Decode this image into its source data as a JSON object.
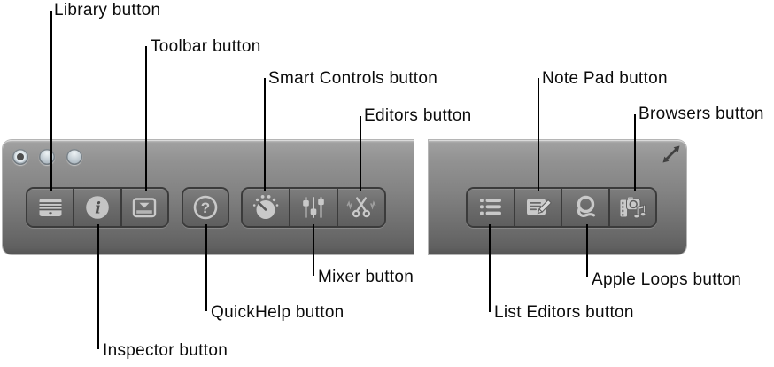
{
  "figure": {
    "description_visible_text_only": true
  },
  "callouts": {
    "library": {
      "label": "Library button"
    },
    "toolbar": {
      "label": "Toolbar button"
    },
    "smart_controls": {
      "label": "Smart Controls button"
    },
    "editors": {
      "label": "Editors button"
    },
    "note_pad": {
      "label": "Note Pad button"
    },
    "browsers": {
      "label": "Browsers button"
    },
    "mixer": {
      "label": "Mixer button"
    },
    "quickhelp": {
      "label": "QuickHelp button"
    },
    "inspector": {
      "label": "Inspector button"
    },
    "apple_loops": {
      "label": "Apple Loops button"
    },
    "list_editors": {
      "label": "List Editors button"
    }
  },
  "toolbars": {
    "left": {
      "window_controls": [
        "glass-indicator-circle",
        "glass-circle",
        "glass-circle"
      ],
      "button_groups": [
        {
          "buttons": [
            {
              "id": "library",
              "icon": "drawer-icon"
            },
            {
              "id": "inspector",
              "icon": "info-circle-icon"
            },
            {
              "id": "toolbar",
              "icon": "panel-triangle-icon"
            }
          ]
        },
        {
          "buttons": [
            {
              "id": "quickhelp",
              "icon": "question-mark-icon"
            }
          ]
        },
        {
          "buttons": [
            {
              "id": "smart_controls",
              "icon": "knob-icon"
            },
            {
              "id": "mixer",
              "icon": "faders-icon"
            },
            {
              "id": "editors",
              "icon": "scissors-waveform-icon"
            }
          ]
        }
      ]
    },
    "right": {
      "corner_icon": "expand-arrows-icon",
      "button_groups": [
        {
          "buttons": [
            {
              "id": "list_editors",
              "icon": "bullet-list-icon"
            },
            {
              "id": "note_pad",
              "icon": "notepad-pencil-icon"
            },
            {
              "id": "apple_loops",
              "icon": "loop-icon"
            },
            {
              "id": "browsers",
              "icon": "media-browser-icon"
            }
          ]
        }
      ]
    }
  },
  "colors": {
    "page_background": "#ffffff",
    "toolbar_gradient_top": "#a0a0a0",
    "toolbar_gradient_bottom": "#545454",
    "button_face": "#6d6d6d",
    "button_border": "#3b3b3b",
    "icon": "#c9c9c9",
    "callout_line": "#000000",
    "label_text": "#0b0b0b"
  }
}
